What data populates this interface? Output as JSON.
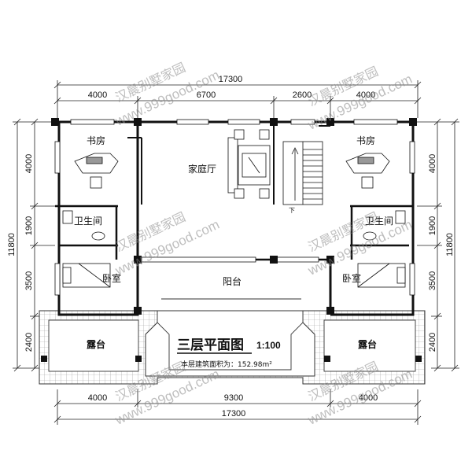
{
  "dimensions": {
    "top_total": "17300",
    "top_segments": [
      "4000",
      "6700",
      "2600",
      "4000"
    ],
    "bottom_segments": [
      "4000",
      "9300",
      "4000"
    ],
    "bottom_total": "17300",
    "left_total": "11800",
    "left_segments": [
      "4000",
      "1900",
      "3500",
      "2400"
    ],
    "right_total": "11800",
    "right_segments": [
      "4000",
      "1900",
      "3500",
      "2400"
    ]
  },
  "rooms": {
    "study_left": "书房",
    "study_right": "书房",
    "family_hall": "家庭厅",
    "bath_left": "卫生间",
    "bath_right": "卫生间",
    "bedroom_left": "卧室",
    "bedroom_right": "卧室",
    "balcony": "阳台",
    "terrace_left": "露台",
    "terrace_right": "露台",
    "stair_down": "下"
  },
  "title": {
    "name": "三层平面图",
    "scale": "1:100",
    "area": "本层建筑面积为：152.98m²"
  },
  "watermarks": {
    "brand": "汉晨别墅家园",
    "site": "www.999good.com"
  }
}
